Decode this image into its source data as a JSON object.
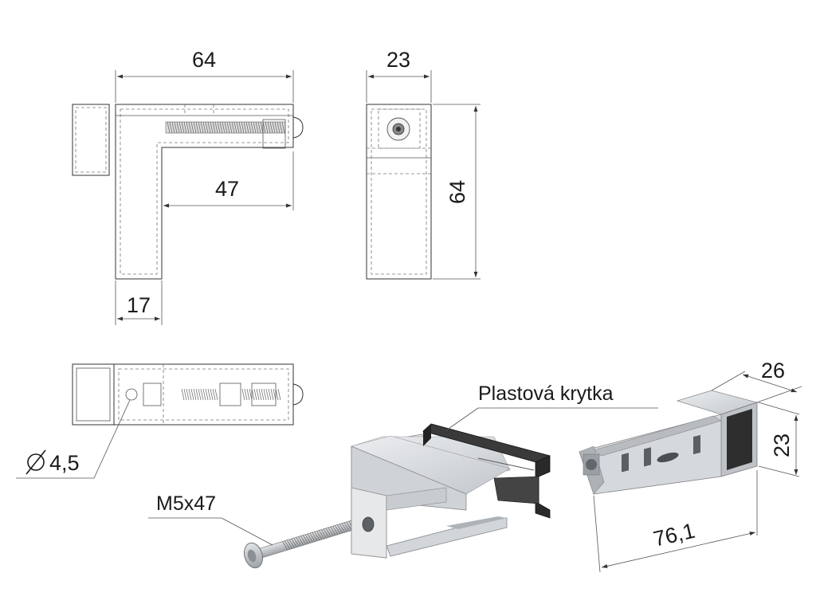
{
  "dimensions": {
    "front_width": "64",
    "side_width": "23",
    "side_height": "64",
    "arm_length": "47",
    "leg_width": "17",
    "hole_diameter": "4,5",
    "part_depth": "26",
    "part_height": "23",
    "part_length": "76,1"
  },
  "labels": {
    "cover": "Plastová krytka",
    "screw": "M5x47"
  },
  "colors": {
    "line": "#333333",
    "aluminium": "#cfd3d8",
    "aluminium_light": "#e8eaec",
    "aluminium_dark": "#9aa0a6",
    "plastic": "#2b2b2b"
  },
  "icons": {
    "diameter": "diameter-icon"
  }
}
